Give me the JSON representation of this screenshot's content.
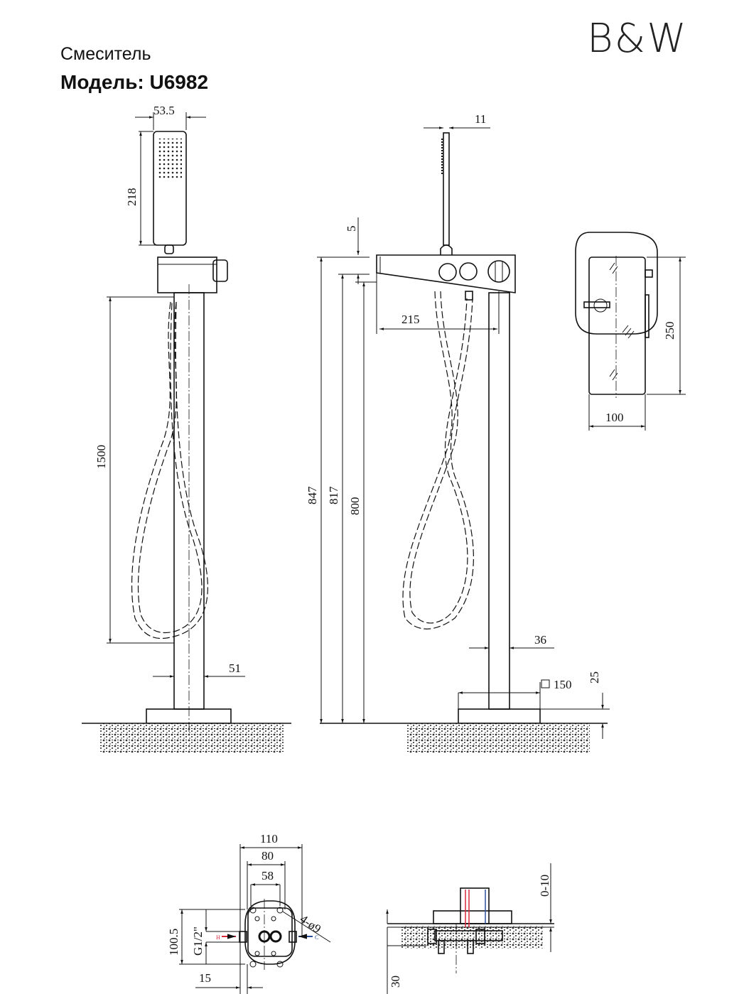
{
  "header": {
    "title": "Смеситель",
    "model": "Модель: U6982",
    "logo": "B&W"
  },
  "side_view": {
    "handshower_width": "53.5",
    "handshower_length": "218",
    "hose_length": "1500",
    "pole_diameter": "51"
  },
  "front_view": {
    "rod_diameter": "11",
    "offset": "5",
    "spout_reach": "215",
    "total_height": "847",
    "height_817": "817",
    "height_800": "800",
    "pole_width": "36",
    "base_size": "150",
    "base_height": "25"
  },
  "top_view": {
    "depth": "250",
    "width": "100"
  },
  "mount_plan": {
    "width_110": "110",
    "width_80": "80",
    "width_58": "58",
    "height": "100.5",
    "thread": "G1/2\"",
    "holes": "4-ø9",
    "offset": "15",
    "hot_label": "H",
    "cold_label": "C"
  },
  "mount_section": {
    "adjust": "0-10",
    "depth": "30"
  },
  "colors": {
    "hot": "#d8283c",
    "cold": "#2a4fa0"
  }
}
